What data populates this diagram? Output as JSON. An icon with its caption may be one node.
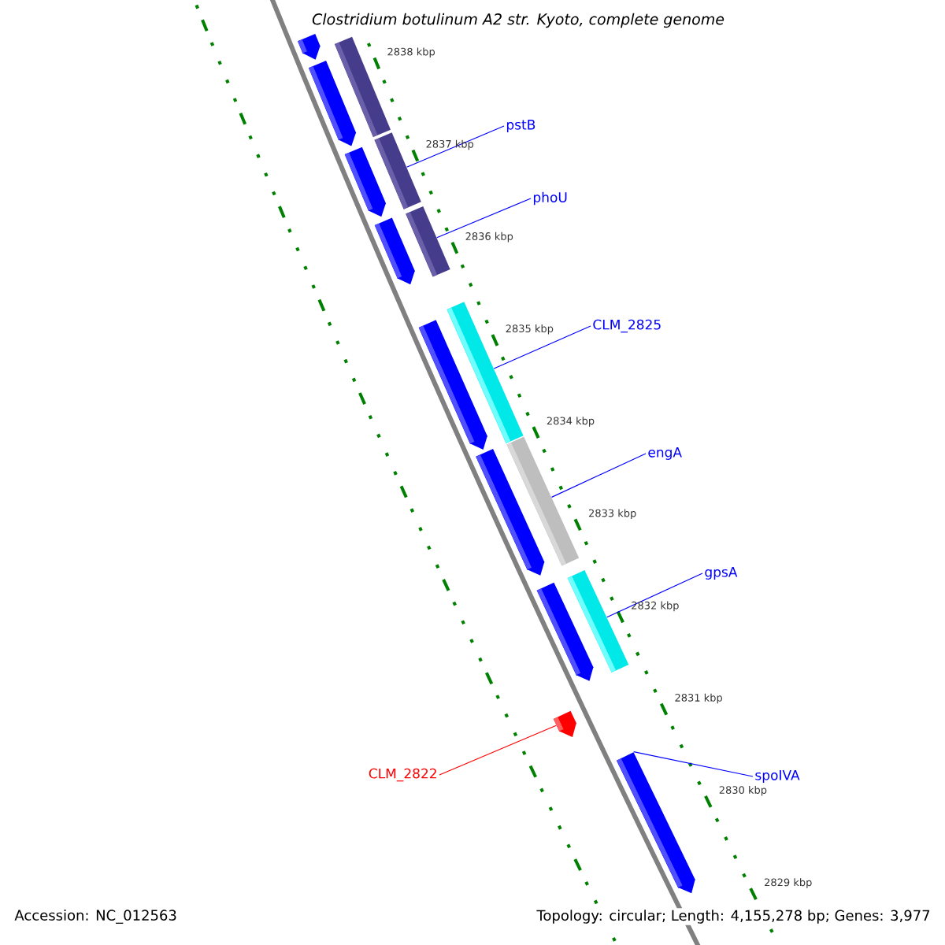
{
  "diagram": {
    "title": "Clostridium botulinum A2 str. Kyoto, complete genome",
    "nodes": [
      {
        "text": [
          "pstB"
        ]
      },
      {
        "text": [
          "phoU"
        ]
      },
      {
        "text": [
          "CLM_2825"
        ]
      },
      {
        "text": [
          "engA"
        ]
      },
      {
        "text": [
          "gpsA"
        ]
      },
      {
        "text": [
          "spoIVA"
        ]
      },
      {
        "text": [
          "CLM_2822"
        ]
      },
      {
        "text": [],
        "shape": "pentagon"
      },
      {
        "text": [],
        "shape": "bar"
      },
      {
        "text": [],
        "shape": "pentagon"
      },
      {
        "text": [],
        "shape": "pentagon"
      },
      {
        "text": [],
        "shape": "bar"
      },
      {
        "text": [],
        "shape": "pentagon"
      },
      {
        "text": [],
        "shape": "bar"
      },
      {
        "text": [],
        "shape": "pentagon"
      },
      {
        "text": [],
        "shape": "bar"
      },
      {
        "text": [],
        "shape": "pentagon"
      },
      {
        "text": [],
        "shape": "bar"
      },
      {
        "text": [],
        "shape": "pentagon"
      },
      {
        "text": [],
        "shape": "bar"
      },
      {
        "text": [],
        "shape": "pentagon"
      },
      {
        "text": [],
        "shape": "pentagon"
      }
    ],
    "edges": [
      {
        "from": 0,
        "to": 11,
        "arrow": "none"
      },
      {
        "from": 1,
        "to": 13,
        "arrow": "none"
      },
      {
        "from": 2,
        "to": 15,
        "arrow": "none"
      },
      {
        "from": 3,
        "to": 17,
        "arrow": "none"
      },
      {
        "from": 4,
        "to": 19,
        "arrow": "none"
      },
      {
        "from": 5,
        "to": 21,
        "arrow": "none"
      },
      {
        "from": 6,
        "to": 20,
        "arrow": "none",
        "color": "#ff0000"
      }
    ],
    "labels": [
      "2838 kbp",
      "2837 kbp",
      "2836 kbp",
      "2835 kbp",
      "2834 kbp",
      "2833 kbp",
      "2832 kbp",
      "2831 kbp",
      "2830 kbp",
      "2829 kbp",
      "Accession: NC_012563",
      "Topology: circular; Length: 4,155,278 bp; Genes: 3,977"
    ]
  }
}
